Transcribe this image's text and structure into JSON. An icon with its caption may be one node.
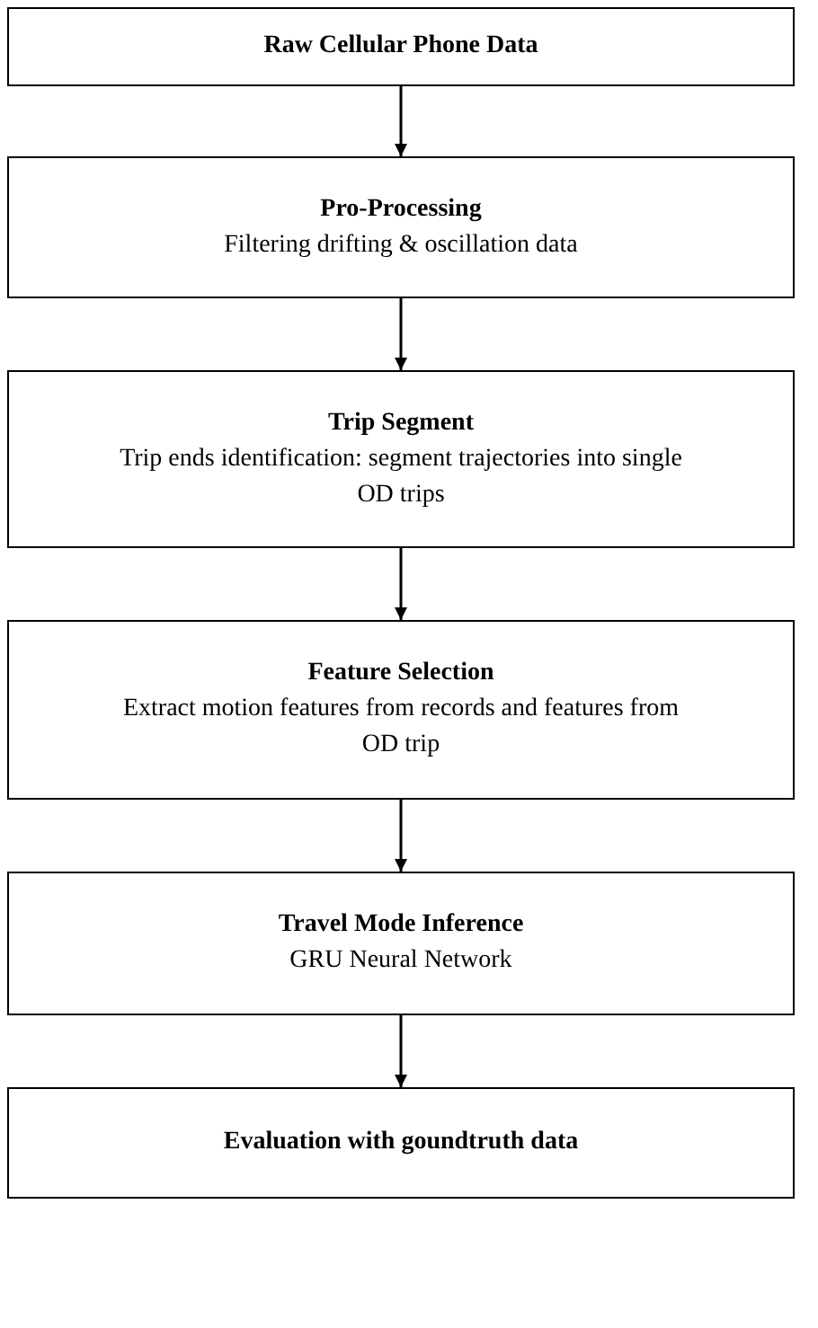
{
  "diagram": {
    "nodes": [
      {
        "text": [
          "Raw Cellular Phone Data"
        ]
      },
      {
        "text": [
          "Pro-Processing",
          "Filtering drifting & oscillation data"
        ]
      },
      {
        "text": [
          "Trip Segment",
          "Trip ends identification: segment trajectories into single OD trips"
        ]
      },
      {
        "text": [
          "Feature Selection",
          "Extract motion features from records and features from OD trip"
        ]
      },
      {
        "text": [
          "Travel Mode Inference",
          "GRU Neural Network"
        ]
      },
      {
        "text": [
          "Evaluation with goundtruth data"
        ]
      }
    ],
    "edges": [
      {
        "from": 0,
        "to": 1,
        "arrow": "to"
      },
      {
        "from": 1,
        "to": 2,
        "arrow": "to"
      },
      {
        "from": 2,
        "to": 3,
        "arrow": "to"
      },
      {
        "from": 3,
        "to": 4,
        "arrow": "to"
      },
      {
        "from": 4,
        "to": 5,
        "arrow": "to"
      }
    ]
  }
}
